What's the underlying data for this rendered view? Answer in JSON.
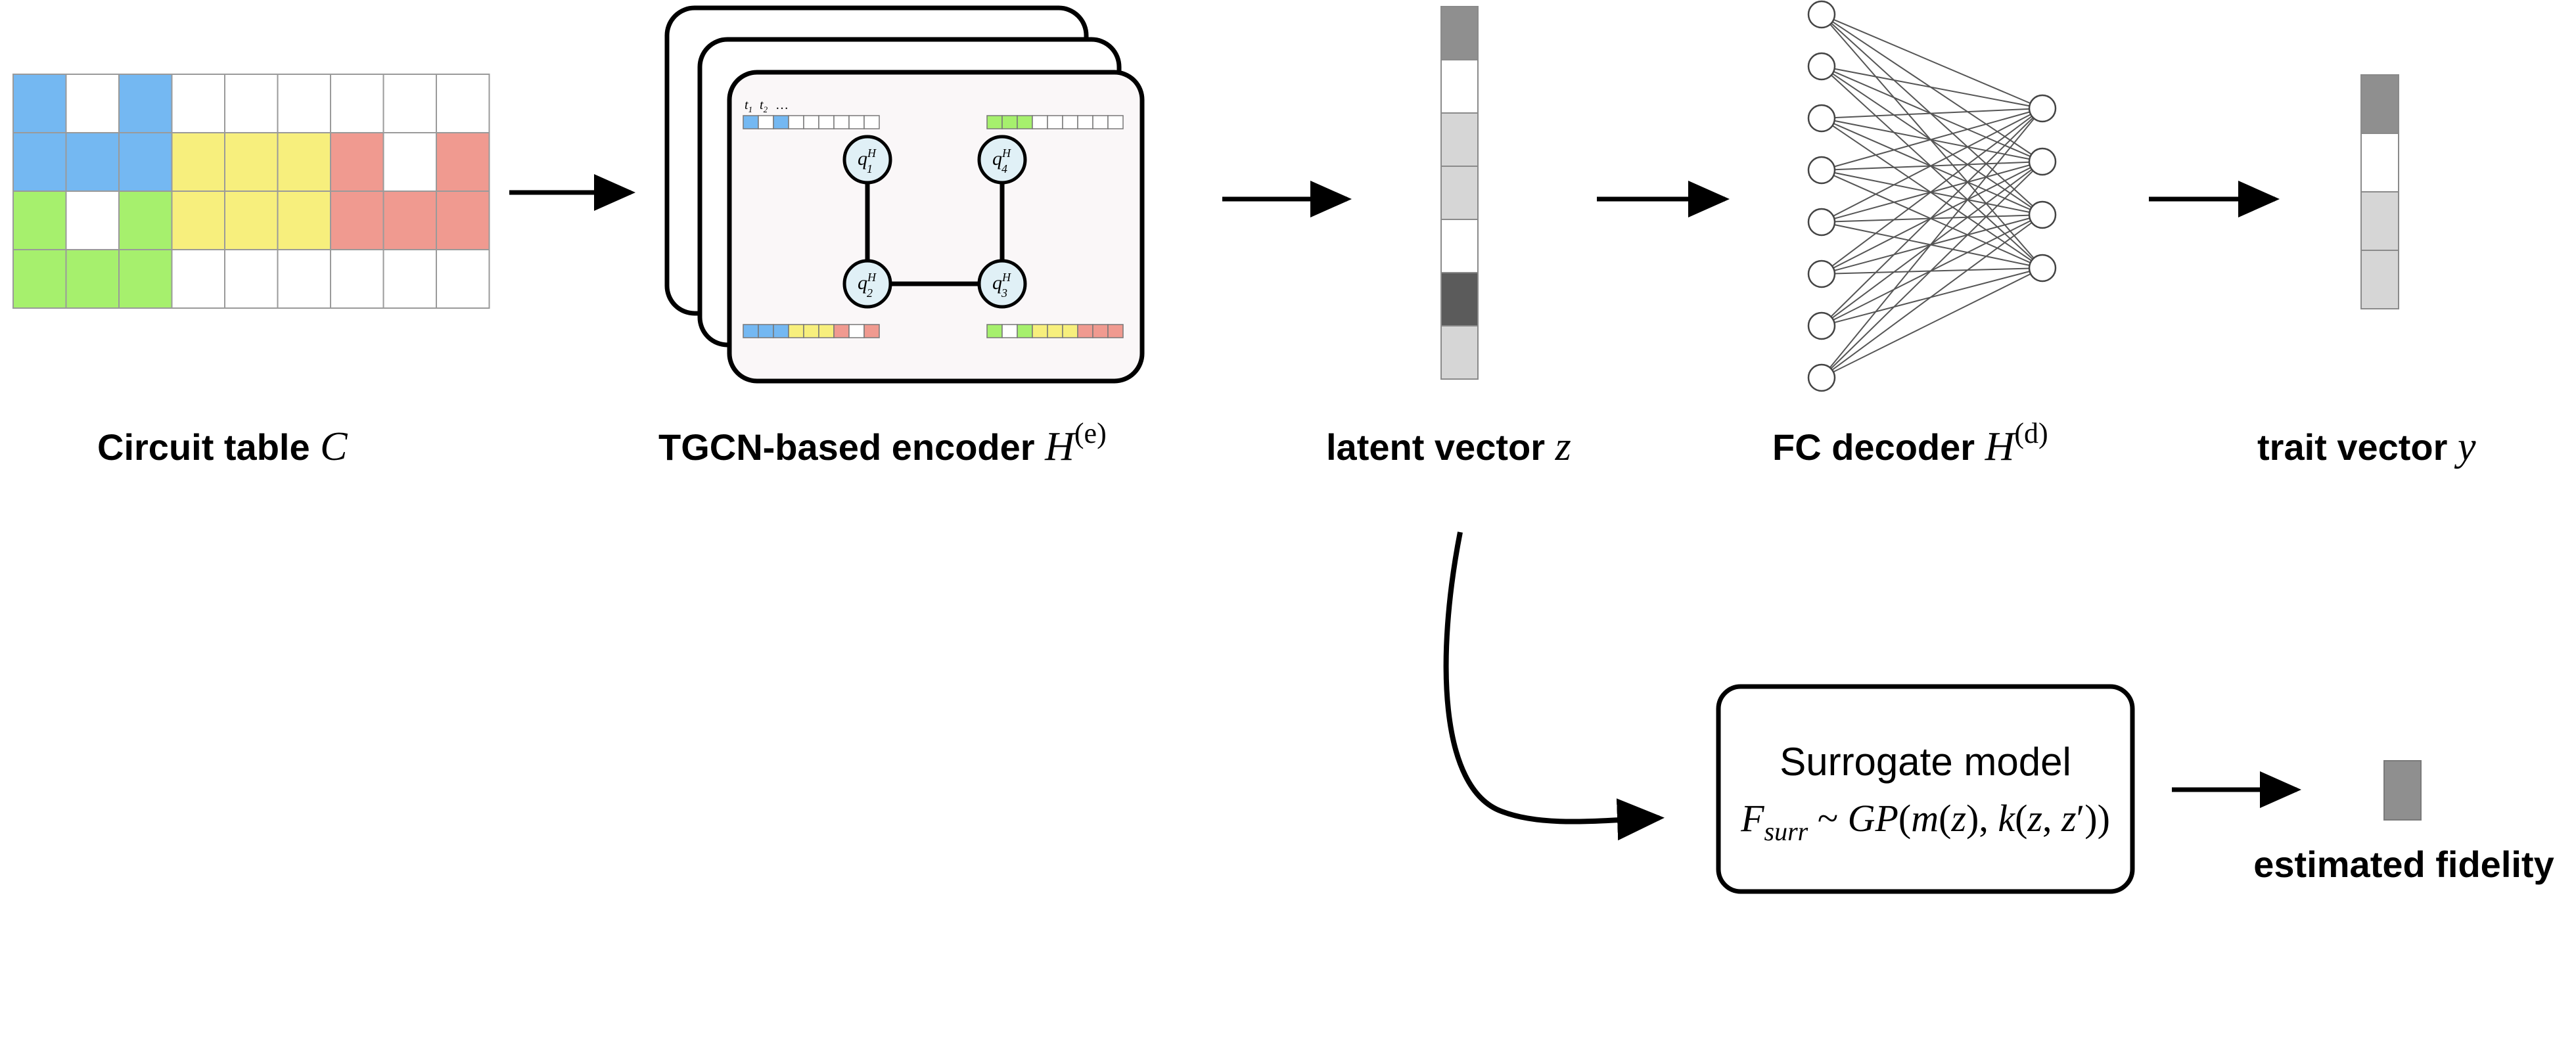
{
  "colors": {
    "blue": "#74b8f2",
    "yellow": "#f7ef7d",
    "red": "#f09a90",
    "green": "#a6f06d",
    "white": "#ffffff",
    "grid_line": "#9a9a9a",
    "dark_gray": "#5b5b5b",
    "mid_gray": "#8f8f8f",
    "light_gray": "#d6d6d6",
    "node_fill": "#e0f0f6",
    "card_fill": "#faf7f8"
  },
  "circuit_table": {
    "caption_text": "Circuit table ",
    "caption_symbol": "C",
    "rows": [
      [
        "blue",
        "white",
        "blue",
        "white",
        "white",
        "white",
        "white",
        "white",
        "white"
      ],
      [
        "blue",
        "blue",
        "blue",
        "yellow",
        "yellow",
        "yellow",
        "red",
        "white",
        "red"
      ],
      [
        "green",
        "white",
        "green",
        "yellow",
        "yellow",
        "yellow",
        "red",
        "red",
        "red"
      ],
      [
        "green",
        "green",
        "green",
        "white",
        "white",
        "white",
        "white",
        "white",
        "white"
      ]
    ]
  },
  "encoder": {
    "caption_text": "TGCN-based encoder ",
    "caption_symbol": "H",
    "caption_sup": "(e)",
    "time_label_1": "t",
    "time_sub_1": "1",
    "time_label_2": "t",
    "time_sub_2": "2",
    "time_ellipsis": "…",
    "node_symbol": "q",
    "node_sup": "H",
    "nodes": [
      {
        "sub": "1"
      },
      {
        "sub": "4"
      },
      {
        "sub": "2"
      },
      {
        "sub": "3"
      }
    ],
    "strip_top_left": [
      "blue",
      "white",
      "blue",
      "white",
      "white",
      "white",
      "white",
      "white",
      "white"
    ],
    "strip_top_right": [
      "green",
      "green",
      "green",
      "white",
      "white",
      "white",
      "white",
      "white",
      "white"
    ],
    "strip_bottom_left": [
      "blue",
      "blue",
      "blue",
      "yellow",
      "yellow",
      "yellow",
      "red",
      "white",
      "red"
    ],
    "strip_bottom_right": [
      "green",
      "white",
      "green",
      "yellow",
      "yellow",
      "yellow",
      "red",
      "red",
      "red"
    ]
  },
  "latent": {
    "caption_text": "latent vector ",
    "caption_symbol": "z",
    "cells": [
      "mid_gray",
      "white",
      "light_gray",
      "light_gray",
      "white",
      "dark_gray",
      "light_gray"
    ]
  },
  "decoder": {
    "caption_text": "FC decoder ",
    "caption_symbol": "H",
    "caption_sup": "(d)",
    "input_nodes": 8,
    "output_nodes": 4
  },
  "trait": {
    "caption_text": "trait vector ",
    "caption_symbol": "y",
    "cells": [
      "mid_gray",
      "white",
      "light_gray",
      "light_gray"
    ]
  },
  "surrogate": {
    "title": "Surrogate model",
    "formula_F": "F",
    "formula_sub": "surr",
    "formula_rest_1": " ~ ",
    "formula_GP": "GP",
    "formula_rest_2": "(",
    "formula_m": "m",
    "formula_rest_3": "(",
    "formula_z1": "z",
    "formula_rest_4": "), ",
    "formula_k": "k",
    "formula_rest_5": "(",
    "formula_z2": "z",
    "formula_rest_6": ", ",
    "formula_z3": "z",
    "formula_prime": "′",
    "formula_rest_7": "))"
  },
  "fidelity": {
    "caption_text": "estimated fidelity",
    "cell": "mid_gray"
  }
}
